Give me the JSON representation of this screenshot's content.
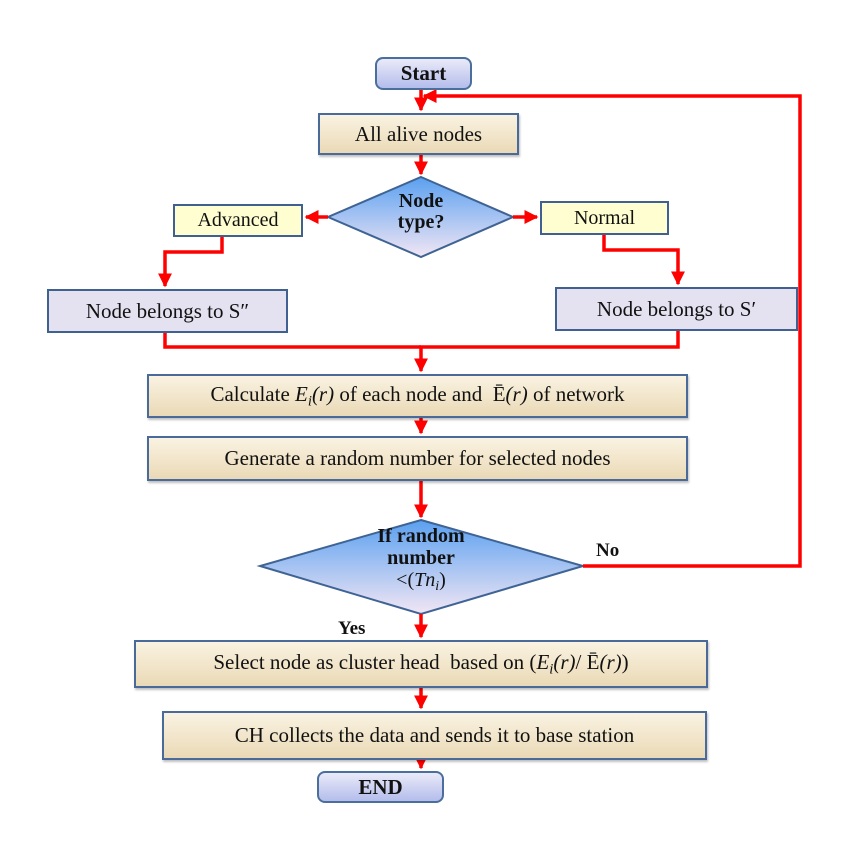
{
  "flowchart": {
    "start": "Start",
    "all_alive": "All alive nodes",
    "node_type": {
      "line1": "Node",
      "line2": "type?"
    },
    "advanced": "Advanced",
    "normal": "Normal",
    "s_double_prime": "Node belongs to S″",
    "s_prime": "Node belongs to S′",
    "calculate": {
      "prefix": "Calculate ",
      "ei": "E",
      "ei_sub": "i",
      "ei_arg": "(r)",
      "mid": " of each node and  ",
      "ebar": "Ē",
      "ebar_arg": "(r)",
      "suffix": " of network"
    },
    "generate": "Generate a random number for selected nodes",
    "random_check": {
      "line1": "If random",
      "line2": "number",
      "line3_prefix": "<(",
      "line3_var": "Tn",
      "line3_sub": "i",
      "line3_suffix": ")"
    },
    "no_label": "No",
    "yes_label": "Yes",
    "select": {
      "prefix": "Select node as cluster head  based on (",
      "ei": "E",
      "ei_sub": "i",
      "ei_arg": "(r)",
      "slash": "/ ",
      "ebar": "Ē",
      "ebar_arg": "(r)",
      "suffix": ")"
    },
    "ch_collects": "CH collects the data and sends it to base station",
    "end": "END"
  },
  "colors": {
    "arrow": "#ff0000",
    "border": "#4a6a9a",
    "diamond_top": "#5aa0f0",
    "diamond_bottom": "#f2e6f4"
  }
}
